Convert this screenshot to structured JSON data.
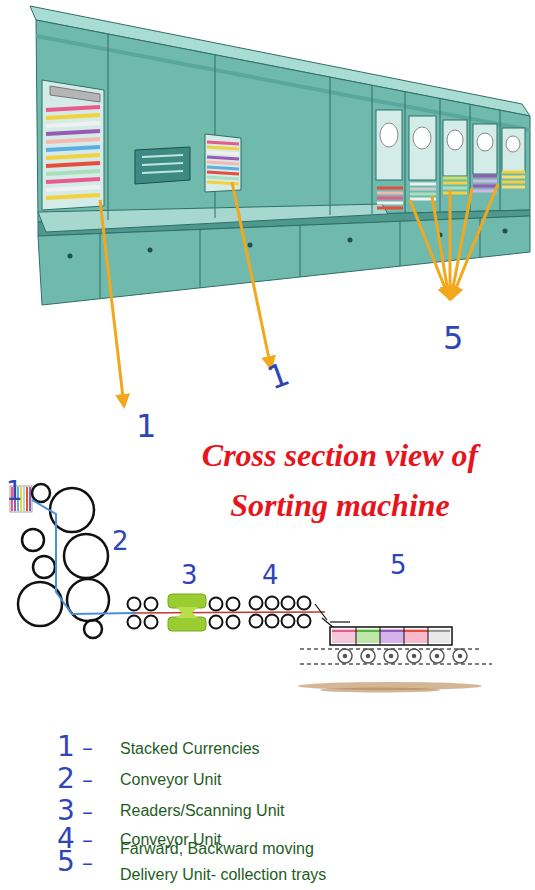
{
  "diagram": {
    "title": "Cross section view of Sorting machine",
    "labels": [
      "5",
      "1",
      "1",
      "1",
      "2",
      "3",
      "4",
      "5",
      "1",
      "–",
      "Stacked Currencies",
      "2",
      "–",
      "Conveyor Unit",
      "3",
      "–",
      "Readers/Scanning Unit",
      "4",
      "–",
      "Conveyor Unit",
      "5",
      "–",
      "Farward, Backward moving Delivery Unit- collection trays"
    ]
  }
}
